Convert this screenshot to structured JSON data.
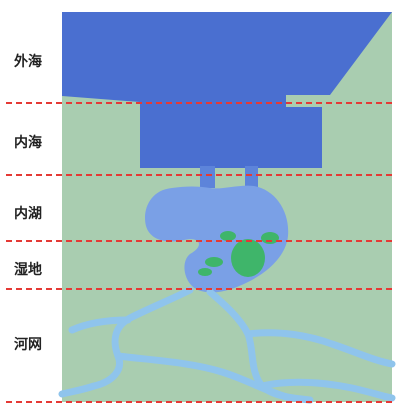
{
  "zones": [
    {
      "label": "外海"
    },
    {
      "label": "内海"
    },
    {
      "label": "内湖"
    },
    {
      "label": "湿地"
    },
    {
      "label": "河网"
    }
  ],
  "colors": {
    "land": "#a9cdb0",
    "sea": "#4a6fd0",
    "lake": "#7aa0e6",
    "river": "#8fc4ec",
    "wetland": "#3fb56a",
    "divider": "#e53935"
  }
}
